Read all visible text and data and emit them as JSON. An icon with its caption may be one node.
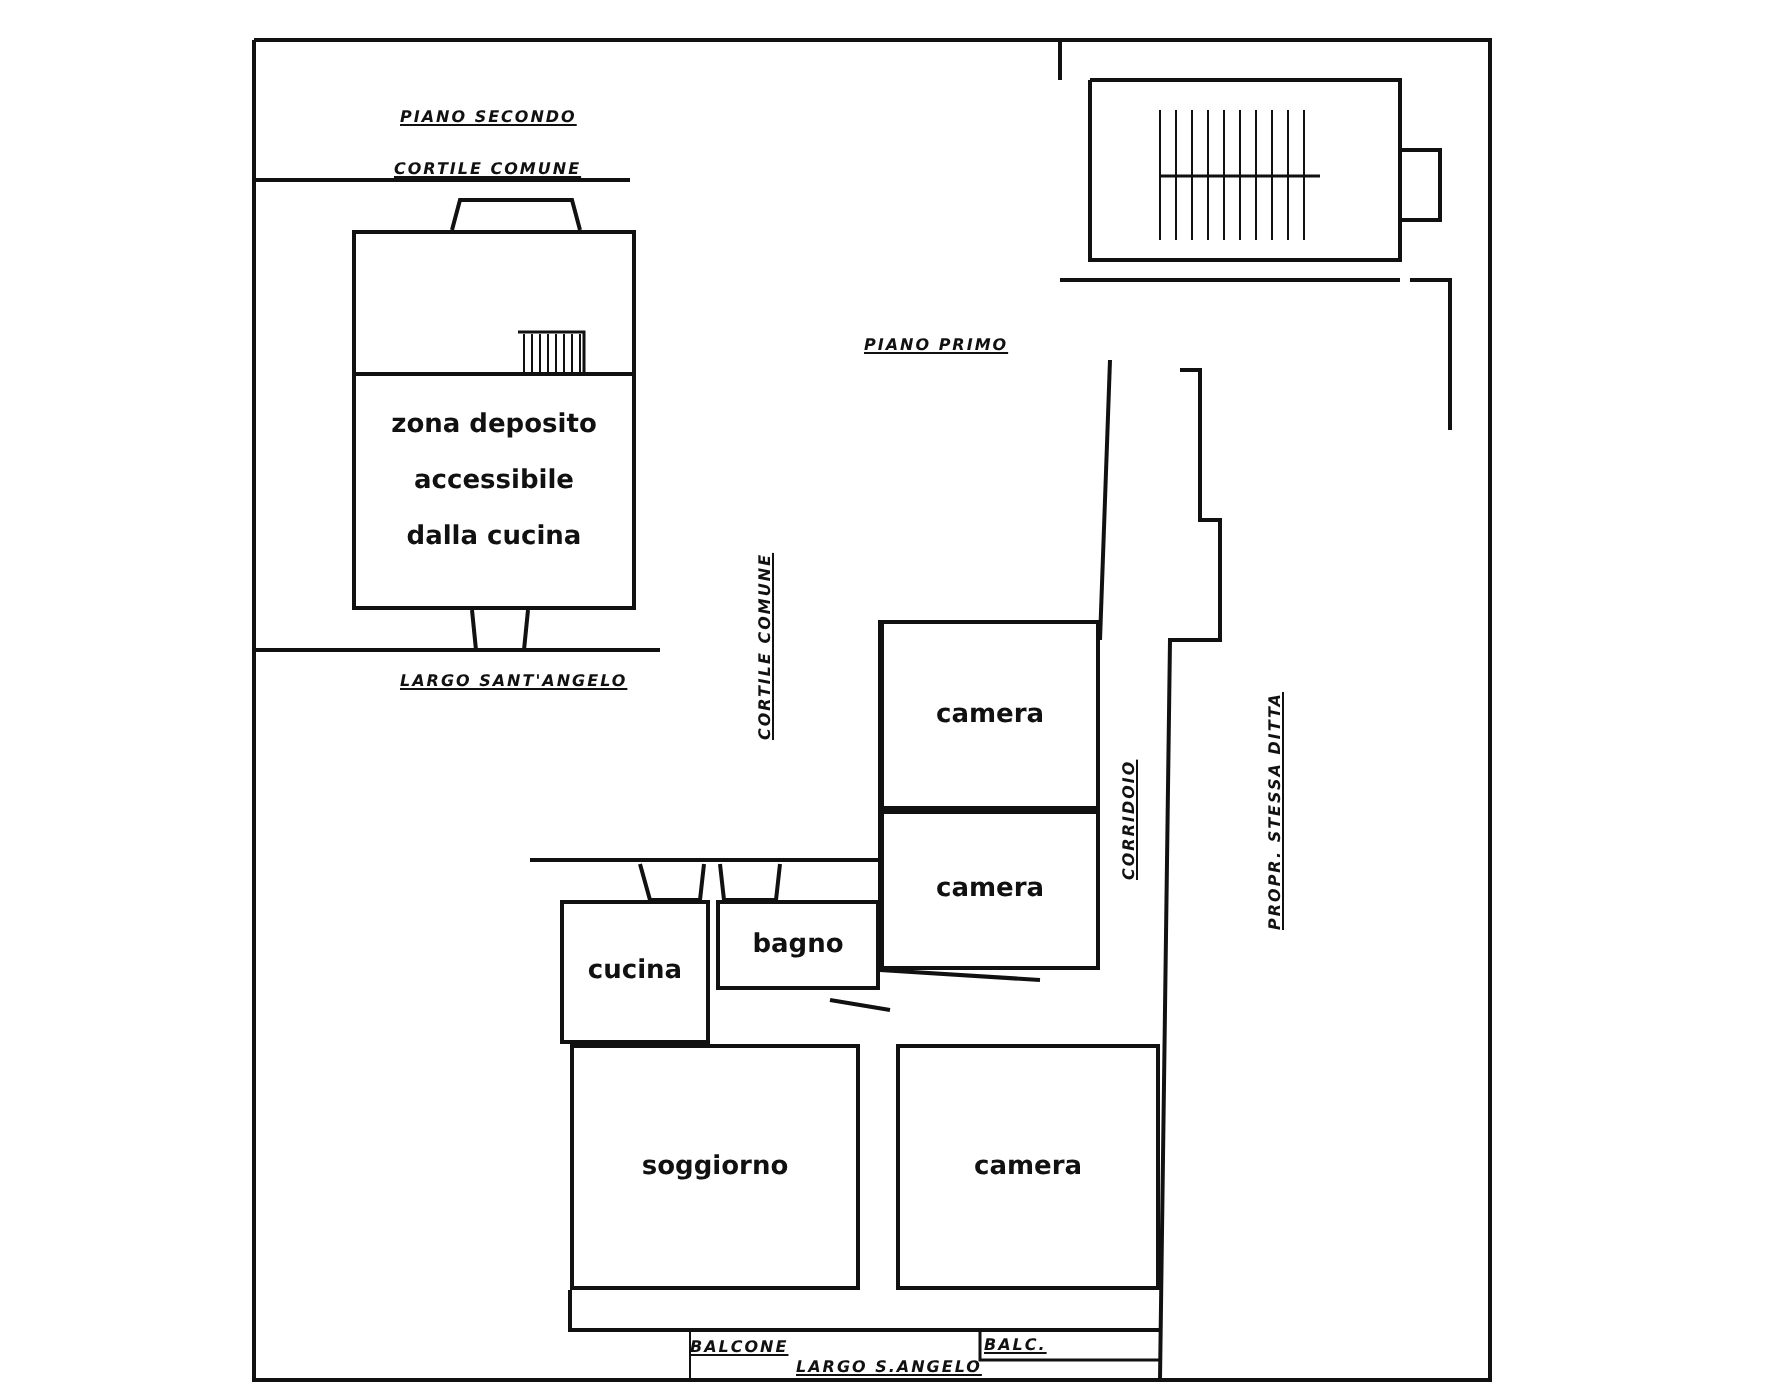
{
  "diagram": {
    "nodes": [
      {
        "text": [
          "zona deposito accessibile dalla cucina"
        ]
      },
      {
        "text": [
          "camera"
        ]
      },
      {
        "text": [
          "camera"
        ]
      },
      {
        "text": [
          "cucina"
        ]
      },
      {
        "text": [
          "bagno"
        ]
      },
      {
        "text": [
          "soggiorno"
        ]
      },
      {
        "text": [
          "camera"
        ]
      }
    ],
    "edges": [],
    "labels": [
      "PIANO SECONDO",
      "CORTILE COMUNE",
      "PIANO PRIMO",
      "LARGO SANT'ANGELO",
      "CORTILE COMUNE",
      "CORRIDOIO",
      "PROPR. STESSA DITTA",
      "BALCONE",
      "BALC.",
      "LARGO S.ANGELO"
    ]
  }
}
